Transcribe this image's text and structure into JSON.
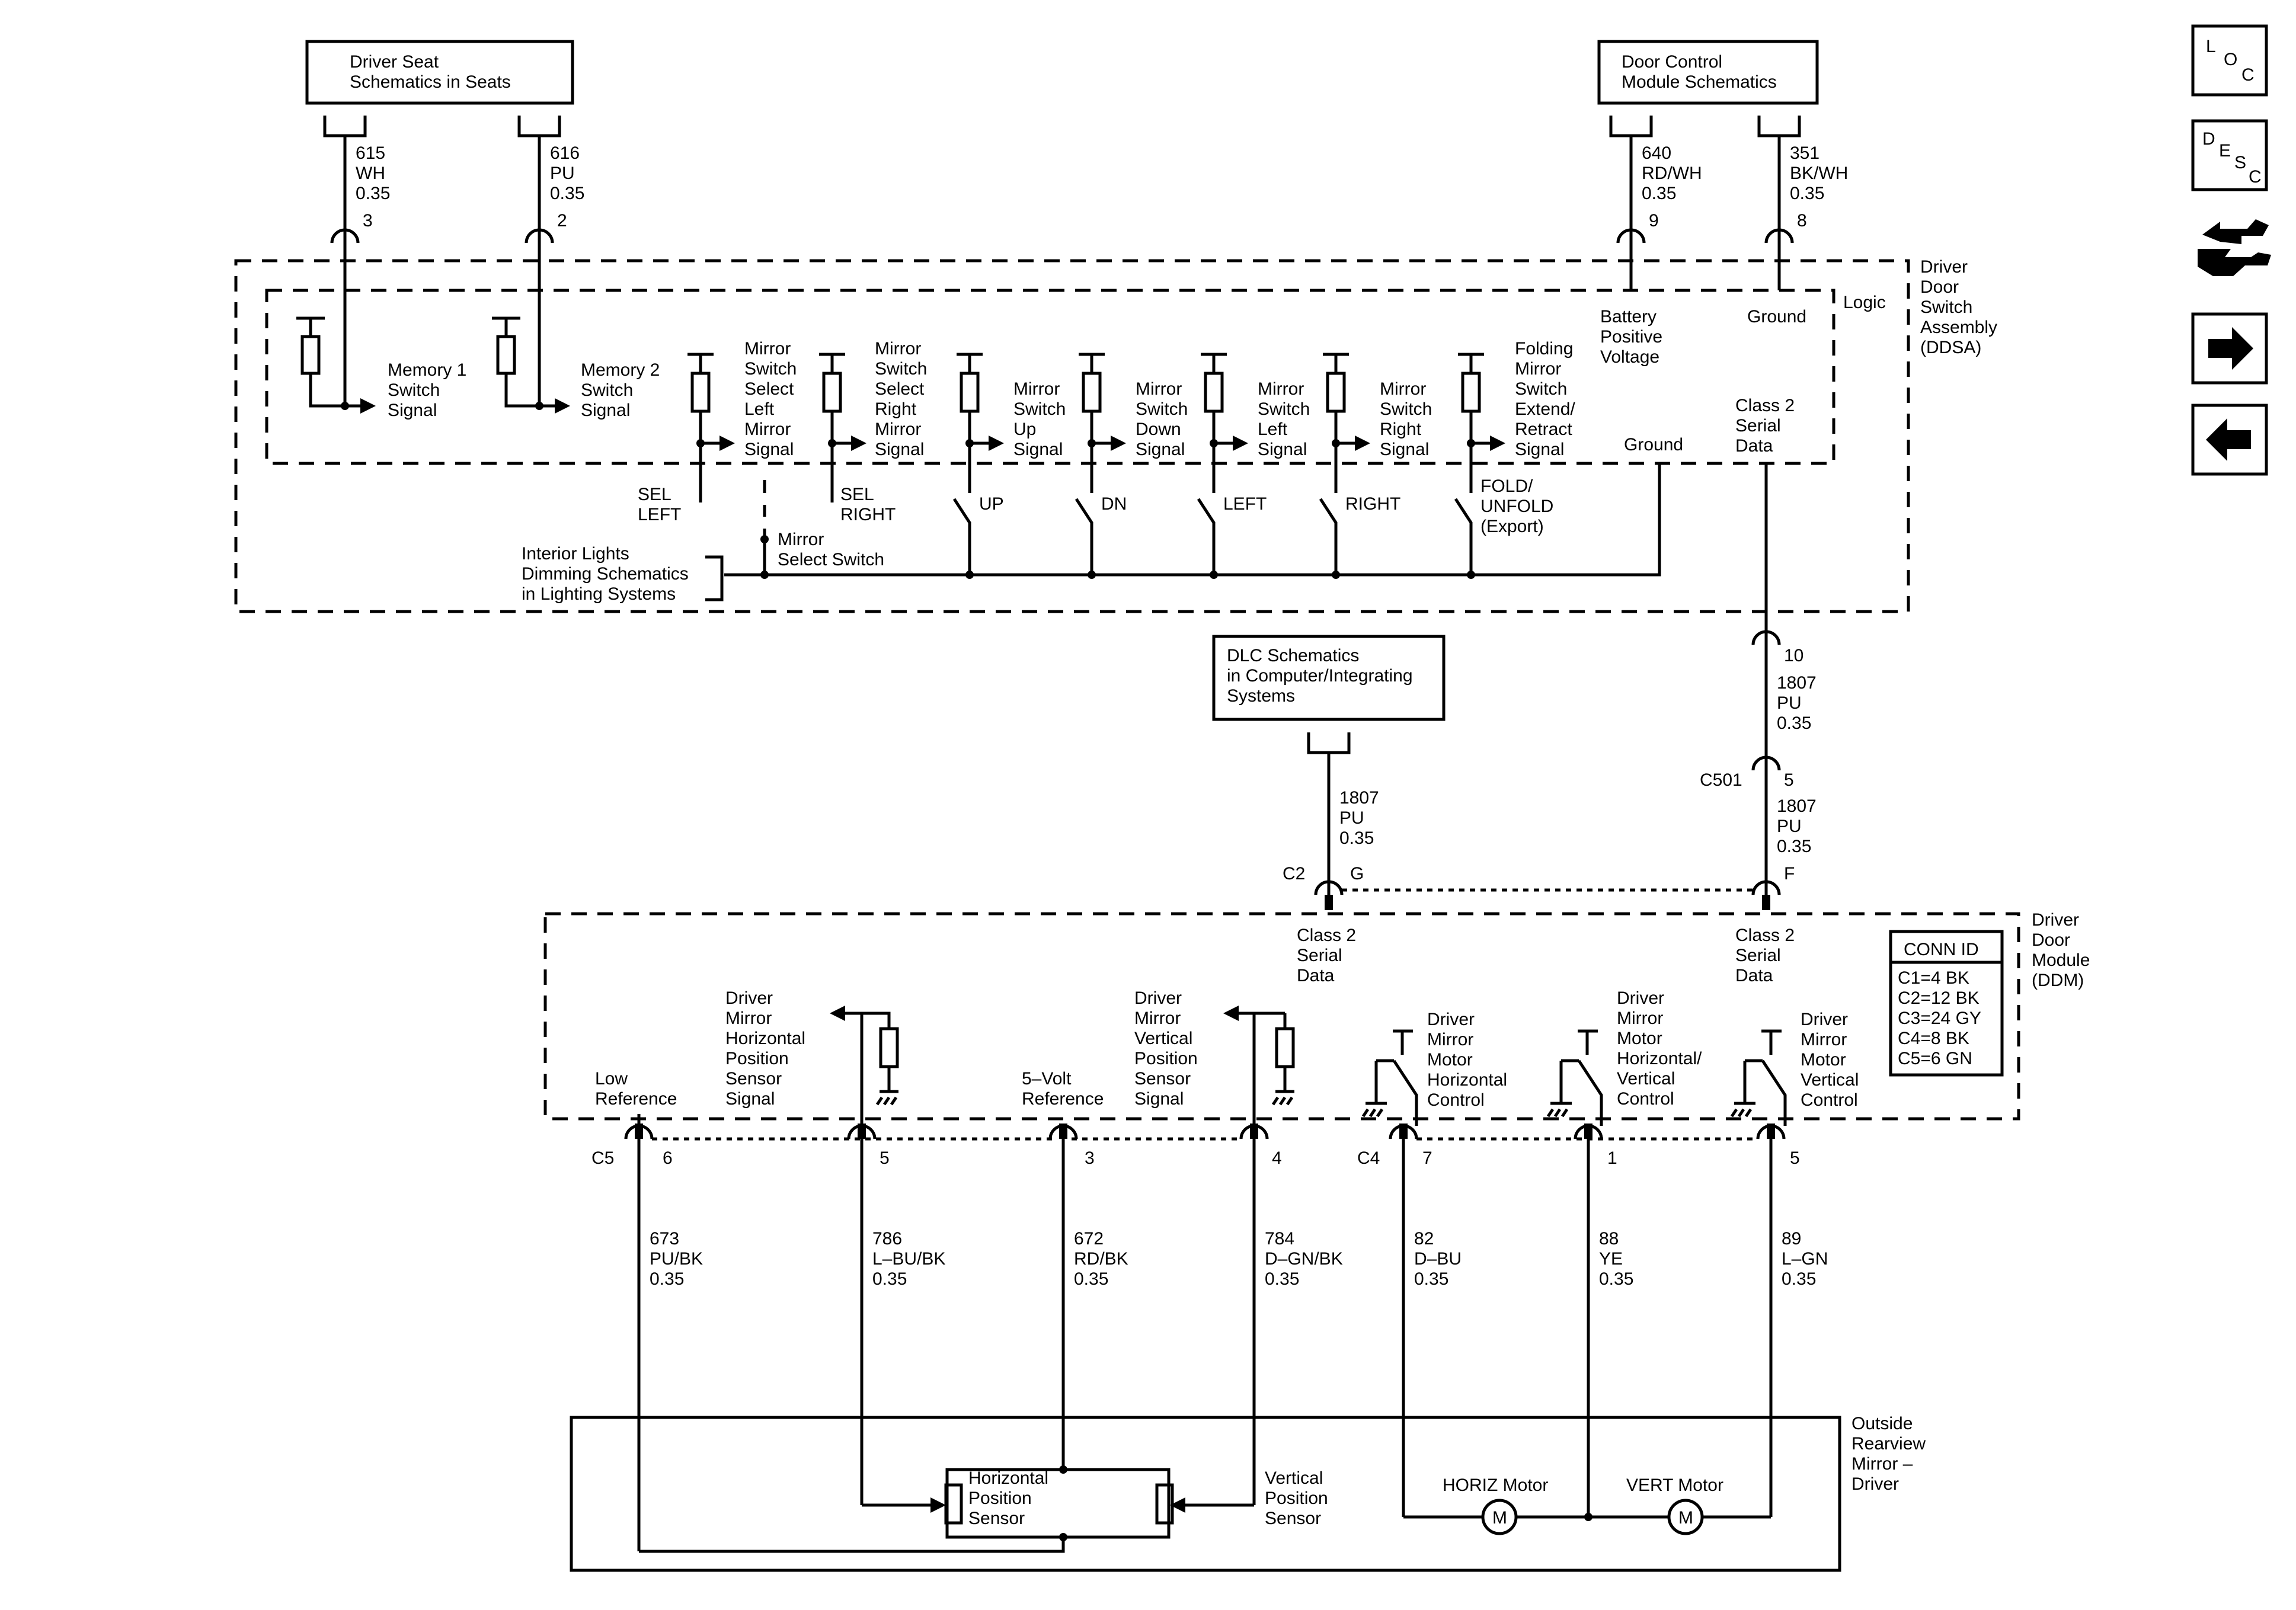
{
  "refs": {
    "seats": [
      "Driver Seat",
      "Schematics in Seats"
    ],
    "door_control": [
      "Door Control",
      "Module Schematics"
    ],
    "dlc": [
      "DLC Schematics",
      "in Computer/Integrating",
      "Systems"
    ],
    "interior_lights": [
      "Interior Lights",
      "Dimming Schematics",
      "in Lighting Systems"
    ]
  },
  "wires_top": [
    {
      "circuit": "615",
      "color": "WH",
      "gauge": "0.35",
      "pin": "3"
    },
    {
      "circuit": "616",
      "color": "PU",
      "gauge": "0.35",
      "pin": "2"
    },
    {
      "circuit": "640",
      "color": "RD/WH",
      "gauge": "0.35",
      "pin": "9"
    },
    {
      "circuit": "351",
      "color": "BK/WH",
      "gauge": "0.35",
      "pin": "8"
    }
  ],
  "ddsa": {
    "name": [
      "Driver",
      "Door",
      "Switch",
      "Assembly",
      "(DDSA)"
    ],
    "logic": "Logic",
    "battery": [
      "Battery",
      "Positive",
      "Voltage"
    ],
    "ground_top": "Ground",
    "class2": [
      "Class 2",
      "Serial",
      "Data"
    ],
    "ground_bottom": "Ground",
    "signals": {
      "mem1": [
        "Memory 1",
        "Switch",
        "Signal"
      ],
      "mem2": [
        "Memory 2",
        "Switch",
        "Signal"
      ],
      "sel_left": [
        "Mirror",
        "Switch",
        "Select",
        "Left",
        "Mirror",
        "Signal"
      ],
      "sel_right": [
        "Mirror",
        "Switch",
        "Select",
        "Right",
        "Mirror",
        "Signal"
      ],
      "up": [
        "Mirror",
        "Switch",
        "Up",
        "Signal"
      ],
      "down": [
        "Mirror",
        "Switch",
        "Down",
        "Signal"
      ],
      "left": [
        "Mirror",
        "Switch",
        "Left",
        "Signal"
      ],
      "right": [
        "Mirror",
        "Switch",
        "Right",
        "Signal"
      ],
      "fold": [
        "Folding",
        "Mirror",
        "Switch",
        "Extend/",
        "Retract",
        "Signal"
      ]
    },
    "switches": {
      "sel_left": [
        "SEL",
        "LEFT"
      ],
      "sel_right": [
        "SEL",
        "RIGHT"
      ],
      "up": "UP",
      "dn": "DN",
      "left": "LEFT",
      "right": "RIGHT",
      "fold": [
        "FOLD/",
        "UNFOLD",
        "(Export)"
      ],
      "mirror_select": [
        "Mirror",
        "Select Switch"
      ]
    }
  },
  "mid_wires": {
    "pin10": "10",
    "w1807a": [
      "1807",
      "PU",
      "0.35"
    ],
    "c501": "C501",
    "pin5": "5",
    "w1807b": [
      "1807",
      "PU",
      "0.35"
    ],
    "w1807c": [
      "1807",
      "PU",
      "0.35"
    ],
    "c2": "C2",
    "pinG": "G",
    "pinF": "F"
  },
  "ddm": {
    "name": [
      "Driver",
      "Door",
      "Module",
      "(DDM)"
    ],
    "class2_left": [
      "Class 2",
      "Serial",
      "Data"
    ],
    "class2_right": [
      "Class 2",
      "Serial",
      "Data"
    ],
    "low_ref": [
      "Low",
      "Reference"
    ],
    "five_volt": [
      "5–Volt",
      "Reference"
    ],
    "horiz_sensor_sig": [
      "Driver",
      "Mirror",
      "Horizontal",
      "Position",
      "Sensor",
      "Signal"
    ],
    "vert_sensor_sig": [
      "Driver",
      "Mirror",
      "Vertical",
      "Position",
      "Sensor",
      "Signal"
    ],
    "motor_horiz": [
      "Driver",
      "Mirror",
      "Motor",
      "Horizontal",
      "Control"
    ],
    "motor_hv": [
      "Driver",
      "Mirror",
      "Motor",
      "Horizontal/",
      "Vertical",
      "Control"
    ],
    "motor_vert": [
      "Driver",
      "Mirror",
      "Motor",
      "Vertical",
      "Control"
    ],
    "conn_id": {
      "title": "CONN ID",
      "rows": [
        "C1=4 BK",
        "C2=12 BK",
        "C3=24 GY",
        "C4=8 BK",
        "C5=6 GN"
      ]
    },
    "c5": "C5",
    "c4": "C4"
  },
  "wires_bottom": [
    {
      "pin": "6",
      "circuit": "673",
      "color": "PU/BK",
      "gauge": "0.35"
    },
    {
      "pin": "5",
      "circuit": "786",
      "color": "L–BU/BK",
      "gauge": "0.35"
    },
    {
      "pin": "3",
      "circuit": "672",
      "color": "RD/BK",
      "gauge": "0.35"
    },
    {
      "pin": "4",
      "circuit": "784",
      "color": "D–GN/BK",
      "gauge": "0.35"
    },
    {
      "pin": "7",
      "circuit": "82",
      "color": "D–BU",
      "gauge": "0.35"
    },
    {
      "pin": "1",
      "circuit": "88",
      "color": "YE",
      "gauge": "0.35"
    },
    {
      "pin": "5",
      "circuit": "89",
      "color": "L–GN",
      "gauge": "0.35"
    }
  ],
  "mirror": {
    "name": [
      "Outside",
      "Rearview",
      "Mirror –",
      "Driver"
    ],
    "horiz_sensor": [
      "Horizontal",
      "Position",
      "Sensor"
    ],
    "vert_sensor": [
      "Vertical",
      "Position",
      "Sensor"
    ],
    "horiz_motor": "HORIZ Motor",
    "vert_motor": "VERT Motor",
    "motor_symbol": "M"
  },
  "nav": {
    "loc": [
      "L",
      "O",
      "C"
    ],
    "desc": [
      "D",
      "E",
      "S",
      "C"
    ],
    "icons": [
      "connector-icon",
      "arrow-right-icon",
      "arrow-left-icon"
    ]
  }
}
